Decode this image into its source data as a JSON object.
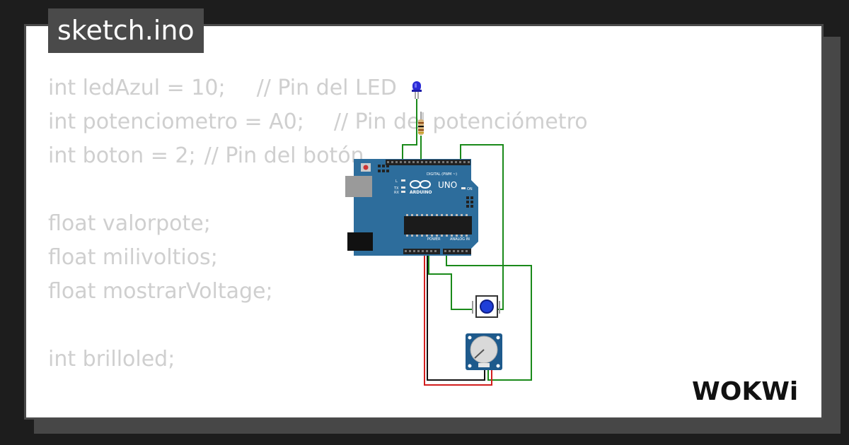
{
  "tab": {
    "filename": "sketch.ino"
  },
  "code_lines": [
    {
      "code": "int ledAzul = 10;",
      "comment": "// Pin del LED"
    },
    {
      "code": "int potenciometro = A0;",
      "comment": "// Pin del potenciómetro"
    },
    {
      "code": "int boton = 2;",
      "comment": "// Pin del botón"
    },
    {
      "code": "",
      "comment": ""
    },
    {
      "code": "float valorpote;",
      "comment": ""
    },
    {
      "code": "float milivoltios;",
      "comment": ""
    },
    {
      "code": "float mostrarVoltage;",
      "comment": ""
    },
    {
      "code": "",
      "comment": ""
    },
    {
      "code": "int brilloled;",
      "comment": ""
    }
  ],
  "board": {
    "brand": "ARDUINO",
    "model": "UNO",
    "digital_header": "DIGITAL (PWM ~)",
    "power_header": "POWER",
    "analog_header": "ANALOG IN",
    "on_label": "ON",
    "tx_label": "TX",
    "rx_label": "RX",
    "l_label": "L"
  },
  "logo": {
    "text": "WOKWi"
  },
  "colors": {
    "board": "#2d6d9c",
    "led": "#2b2bd6",
    "button": "#1f3fd8",
    "wire_green": "#1a8a1a",
    "wire_red": "#d21e1e",
    "wire_black": "#111111"
  },
  "icons": [
    "arduino-uno-board",
    "blue-led",
    "resistor",
    "pushbutton",
    "potentiometer",
    "wokwi-logo"
  ]
}
